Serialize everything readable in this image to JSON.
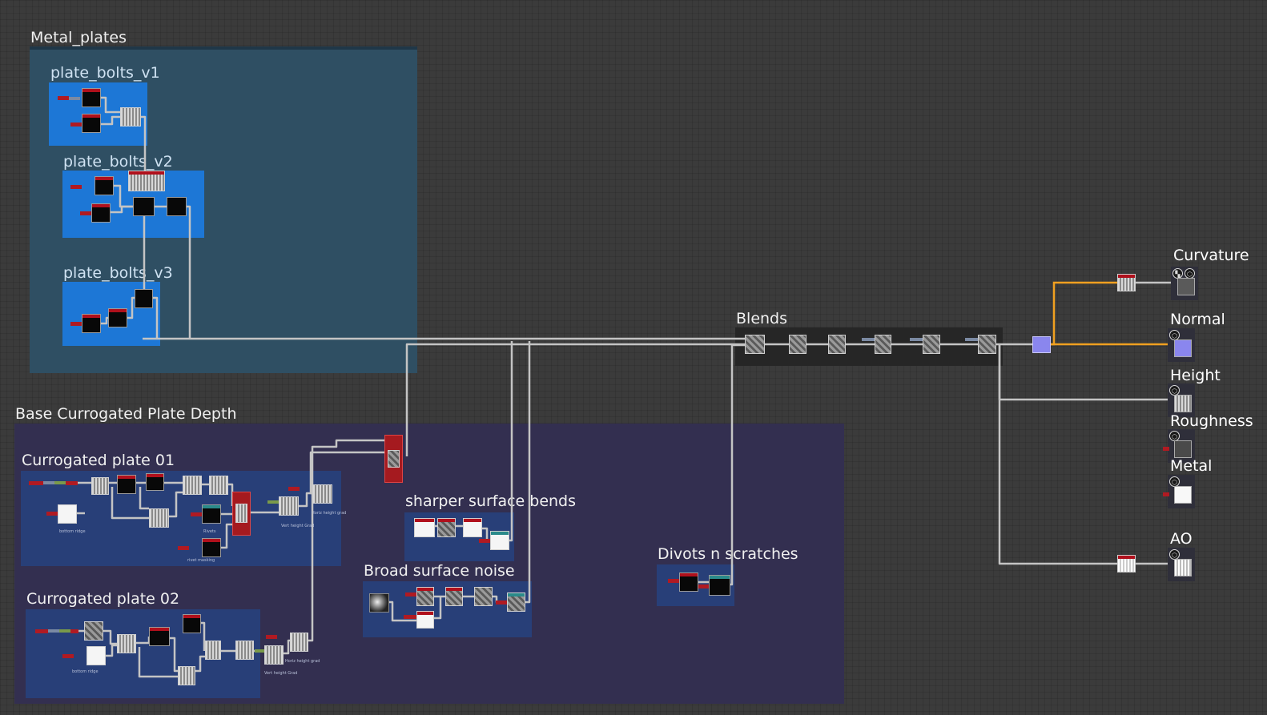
{
  "frames": {
    "metal_plates": "Metal_plates",
    "plate_bolts_v1": "plate_bolts_v1",
    "plate_bolts_v2": "plate_bolts_v2",
    "plate_bolts_v3": "plate_bolts_v3",
    "base_depth": "Base Currogated Plate Depth",
    "plate_01": "Currogated plate 01",
    "plate_02": "Currogated plate 02",
    "sharper_bends": "sharper surface bends",
    "broad_noise": "Broad surface noise",
    "divots": "Divots n scratches",
    "blends": "Blends"
  },
  "node_labels": {
    "bottom_ridge_1": "bottom ridge",
    "bottom_ridge_2": "bottom ridge",
    "rivets": "Rivets",
    "rivet_masking": "rivet masking",
    "vert_height_grad_1": "Vert height Grad",
    "horiz_height_grad_1": "Horiz height grad",
    "vert_height_grad_2": "Vert height Grad",
    "horiz_height_grad_2": "Horiz height grad"
  },
  "outputs": [
    {
      "name": "Curvature",
      "icons": [
        "checker-icon",
        "cube-icon"
      ]
    },
    {
      "name": "Normal",
      "icons": [
        "cube-icon"
      ]
    },
    {
      "name": "Height",
      "icons": [
        "cube-icon"
      ]
    },
    {
      "name": "Roughness",
      "icons": [
        "cube-icon"
      ]
    },
    {
      "name": "Metal",
      "icons": [
        "cube-icon"
      ]
    },
    {
      "name": "AO",
      "icons": [
        "cube-icon"
      ]
    }
  ],
  "colors": {
    "background": "#3b3b3b",
    "teal_frame": "#2f4f63",
    "purple_frame": "#332f50",
    "blue_frame": "#1d77d6",
    "navy_frame": "#283f78",
    "wire": "#c4c4c4",
    "wire_selected": "#f0a020",
    "port": "#b01a22",
    "normal_node": "#8a86ee"
  }
}
